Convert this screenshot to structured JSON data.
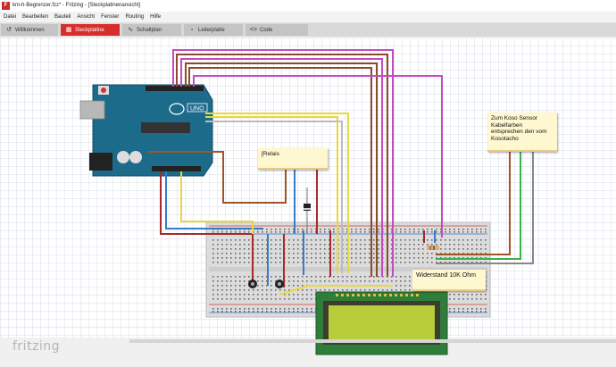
{
  "window": {
    "title": "km-h-Begrenzer.fzz* - Fritzing - [Steckplatinenansicht]",
    "app_icon": "F"
  },
  "menu": [
    "Datei",
    "Bearbeiten",
    "Bauteil",
    "Ansicht",
    "Fenster",
    "Routing",
    "Hilfe"
  ],
  "tabs": [
    {
      "label": "Willkommen",
      "icon": "welcome-icon",
      "active": false
    },
    {
      "label": "Steckplatine",
      "icon": "breadboard-icon",
      "active": true
    },
    {
      "label": "Schaltplan",
      "icon": "schematic-icon",
      "active": false
    },
    {
      "label": "Leiterplatte",
      "icon": "pcb-icon",
      "active": false
    },
    {
      "label": "Code",
      "icon": "code-icon",
      "active": false
    }
  ],
  "notes": {
    "relais": "[Relais",
    "widerstand": "Widerstand 10K Ohm",
    "koso": "Zum Koso Sensor Kabelfarben entsprechen den vom Kosotacho"
  },
  "arduino": {
    "label": "UNO",
    "brand_color": "#1c6b8b"
  },
  "logo": "fritzing"
}
